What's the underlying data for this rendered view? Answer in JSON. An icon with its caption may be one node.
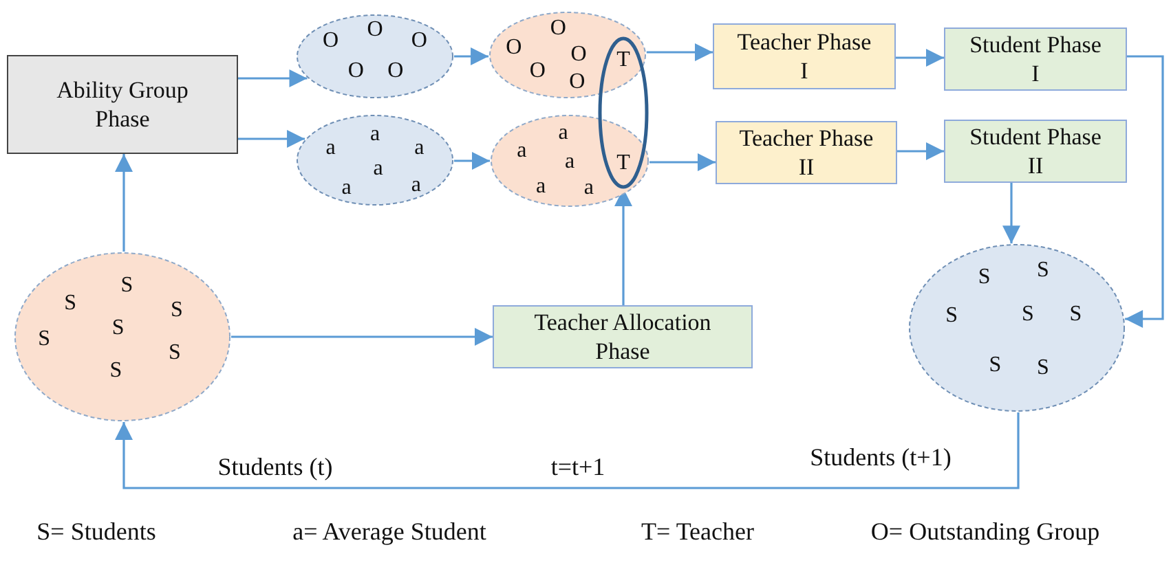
{
  "diagram": {
    "nodes": [
      {
        "text": [
          "Ability Group Phase"
        ]
      },
      {
        "text": [
          "O",
          "O",
          "O",
          "O",
          "O"
        ]
      },
      {
        "text": [
          "O",
          "O",
          "O",
          "O",
          "O"
        ]
      },
      {
        "text": [
          "Teacher Phase I"
        ]
      },
      {
        "text": [
          "Student Phase I"
        ]
      },
      {
        "text": [
          "a",
          "a",
          "a",
          "a",
          "a",
          "a"
        ]
      },
      {
        "text": [
          "a",
          "a",
          "a",
          "a",
          "a"
        ]
      },
      {
        "text": [
          "T",
          "T"
        ]
      },
      {
        "text": [
          "Teacher Phase II"
        ]
      },
      {
        "text": [
          "Student Phase II"
        ]
      },
      {
        "text": [
          "S",
          "S",
          "S",
          "S",
          "S",
          "S",
          "S"
        ]
      },
      {
        "text": [
          "Teacher Allocation Phase"
        ]
      },
      {
        "text": [
          "S",
          "S",
          "S",
          "S",
          "S",
          "S",
          "S"
        ]
      }
    ],
    "edges": [
      {
        "from": 0,
        "to": 1,
        "arrow": "to"
      },
      {
        "from": 0,
        "to": 5,
        "arrow": "to"
      },
      {
        "from": 1,
        "to": 2,
        "arrow": "to"
      },
      {
        "from": 5,
        "to": 6,
        "arrow": "to"
      },
      {
        "from": 2,
        "to": 3,
        "arrow": "to"
      },
      {
        "from": 6,
        "to": 8,
        "arrow": "to"
      },
      {
        "from": 3,
        "to": 4,
        "arrow": "to"
      },
      {
        "from": 8,
        "to": 9,
        "arrow": "to"
      },
      {
        "from": 4,
        "to": 12,
        "arrow": "to"
      },
      {
        "from": 9,
        "to": 12,
        "arrow": "to"
      },
      {
        "from": 12,
        "to": 10,
        "arrow": "to"
      },
      {
        "from": 10,
        "to": 0,
        "arrow": "to"
      },
      {
        "from": 10,
        "to": 11,
        "arrow": "to"
      },
      {
        "from": 11,
        "to": 7,
        "arrow": "to"
      }
    ],
    "labels": [
      "Students (t)",
      "t=t+1",
      "Students (t+1)",
      "S= Students",
      "a= Average Student",
      "T= Teacher",
      "O= Outstanding Group"
    ]
  }
}
